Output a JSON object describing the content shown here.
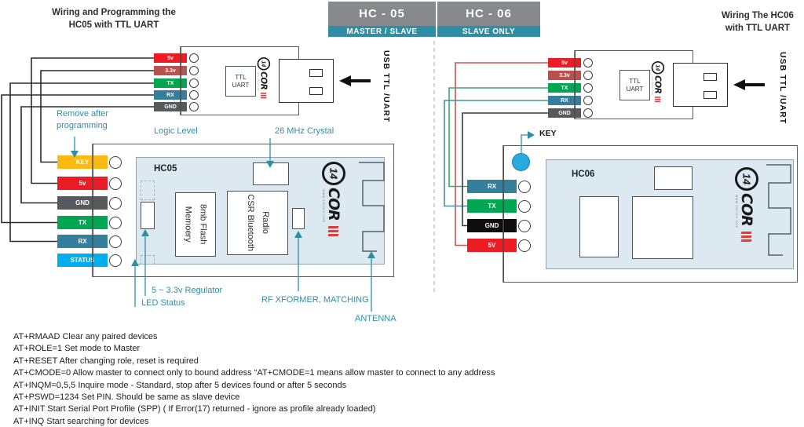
{
  "header": {
    "hc05": {
      "title": "HC - 05",
      "subtitle": "MASTER / SLAVE"
    },
    "hc06": {
      "title": "HC - 06",
      "subtitle": "SLAVE ONLY"
    }
  },
  "colors": {
    "header_gray": "#87898c",
    "header_teal": "#2f8ea4",
    "callout_teal": "#2f8ea4",
    "pin_red": "#ec1c24",
    "pin_maroon": "#b9524e",
    "pin_green": "#00a651",
    "pin_teal": "#34809c",
    "pin_dark_gray": "#57595d",
    "pin_yellow": "#fdb913",
    "pin_light_blue": "#00aeef",
    "pin_black": "#0d0d0d",
    "pcb_blue": "#dde9f1",
    "key_dot_blue": "#29abe2",
    "wire_red": "#d05050",
    "wire_green": "#3aa76d",
    "wire_teal": "#478ea4",
    "wire_black": "#2b2b2b"
  },
  "left": {
    "title": [
      "Wiring and Programming the",
      "HC05 with TTL UART"
    ],
    "usb_label": "USB TTL /UART",
    "ttl": {
      "chip": "TTL UART",
      "pins": [
        "5v",
        "3.3v",
        "TX",
        "RX",
        "GND"
      ]
    },
    "module": {
      "name": "HC05",
      "pins": [
        "KEY",
        "5v",
        "GND",
        "TX",
        "RX",
        "STATUS"
      ],
      "flash": [
        "8mb Flash",
        "Memoery"
      ],
      "radio": [
        "CSR Bluetooth",
        "Radio"
      ]
    },
    "callouts": {
      "remove": [
        "Remove after",
        "programming"
      ],
      "logic": "Logic Level",
      "crystal": "26 MHz Crystal",
      "regulator": "5 ~ 3.3v Regulator",
      "led": "LED Status",
      "rf": "RF XFORMER, MATCHING",
      "antenna": "ANTENNA"
    }
  },
  "right": {
    "title": [
      "Wiring The HC06",
      "with TTL UART"
    ],
    "usb_label": "USB TTL /UART",
    "ttl": {
      "chip": "TTL UART",
      "pins": [
        "5v",
        "3.3v",
        "TX",
        "RX",
        "GND"
      ]
    },
    "module": {
      "name": "HC06",
      "pins": [
        "RX",
        "TX",
        "GND",
        "5V"
      ]
    },
    "callouts": {
      "key": "KEY"
    }
  },
  "logo": {
    "number": "14",
    "word": "COR",
    "site": "www.14core.com"
  },
  "commands": [
    "AT+RMAAD Clear any paired devices",
    "AT+ROLE=1 Set mode to Master",
    "AT+RESET After changing role, reset is required",
    "AT+CMODE=0 Allow master to connect only to bound address “AT+CMODE=1 means allow master to connect to any address",
    "AT+INQM=0,5,5 Inquire mode - Standard, stop after 5 devices found or after 5 seconds",
    "AT+PSWD=1234 Set PIN. Should be same as slave device",
    "AT+INIT Start Serial Port Profile (SPP) ( If Error(17) returned - ignore as profile already loaded)",
    "AT+INQ Start searching for devices"
  ]
}
